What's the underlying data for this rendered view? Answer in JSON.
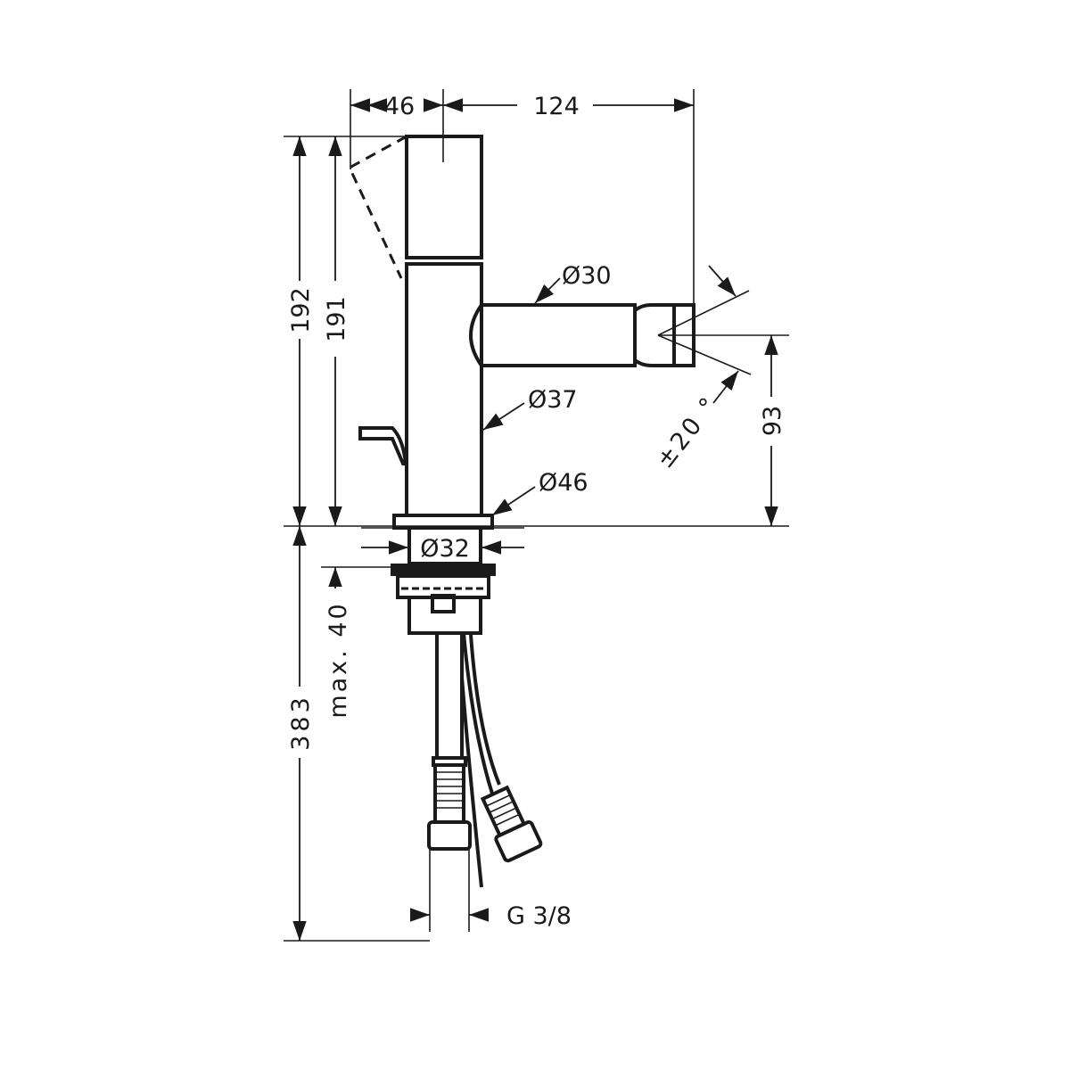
{
  "drawing": {
    "title": "Bidet mixer dimension drawing",
    "dimensions": {
      "handle_offset": "46",
      "spout_reach": "124",
      "total_height": "192",
      "handle_height": "191",
      "spout_diameter": "Ø30",
      "body_diameter": "Ø37",
      "base_diameter": "Ø46",
      "hole_diameter": "Ø32",
      "spout_height": "93",
      "swivel_angle": "±20 °",
      "max_thickness": "max. 40",
      "hose_length": "383",
      "connection": "G 3/8"
    },
    "colors": {
      "line": "#1a1a1a",
      "background": "#ffffff"
    }
  }
}
